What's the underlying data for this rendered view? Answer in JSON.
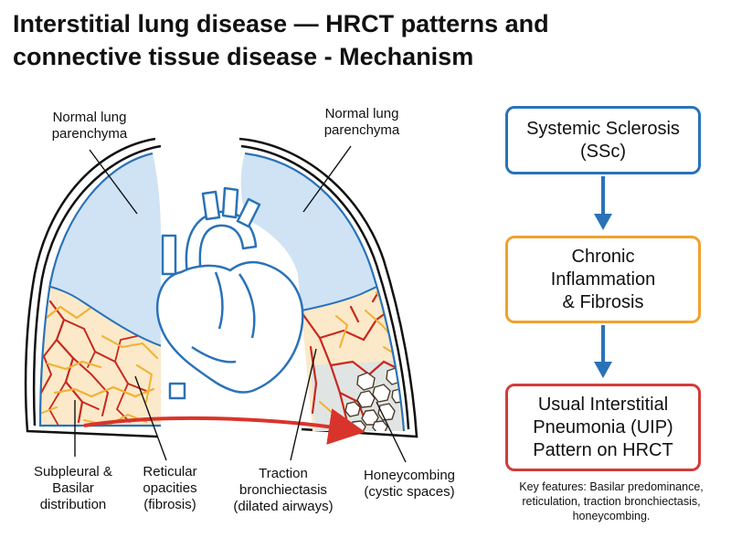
{
  "title": {
    "line1": "Interstitial lung disease — HRCT patterns and",
    "line2": "connective tissue disease - Mechanism"
  },
  "labels": {
    "normal_left": [
      "Normal lung",
      "parenchyma"
    ],
    "normal_right": [
      "Normal lung",
      "parenchyma"
    ],
    "subpleural": [
      "Subpleural &",
      "Basilar",
      "distribution"
    ],
    "reticular": [
      "Reticular",
      "opacities",
      "(fibrosis)"
    ],
    "traction": [
      "Traction",
      "bronchiectasis",
      "(dilated airways)"
    ],
    "honeycombing": [
      "Honeycombing",
      "(cystic spaces)"
    ]
  },
  "flow": {
    "step1": [
      "Systemic Sclerosis",
      "(SSc)"
    ],
    "step2": [
      "Chronic",
      "Inflammation",
      "& Fibrosis"
    ],
    "step3": [
      "Usual Interstitial",
      "Pneumonia (UIP)",
      "Pattern on HRCT"
    ]
  },
  "key_features": "Key features: Basilar predominance, reticulation, traction bronchiectasis, honeycombing.",
  "colors": {
    "lung_fill": "#cfe3f5",
    "lung_outline": "#2a72b8",
    "fibrosis_red": "#c8281e",
    "fibrosis_yellow": "#f2b134",
    "fibrosis_bg": "#fbe9c9",
    "arrow_red": "#d9342b",
    "flow_arrow": "#2a72b8",
    "box_ssc": "#2a72b8",
    "box_inflammation": "#f0a22e",
    "box_uip": "#d23c38"
  }
}
